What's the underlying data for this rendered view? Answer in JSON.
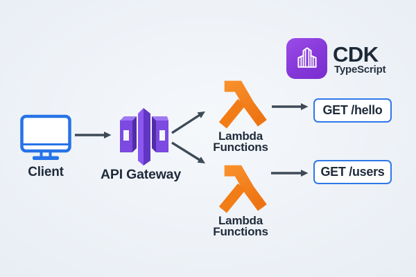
{
  "diagram": {
    "title_semantic": "AWS CDK API Gateway Lambda architecture diagram",
    "background": "#eef2f7",
    "nodes": {
      "client": {
        "label": "Client",
        "icon": "monitor-icon",
        "color": "#2673e8"
      },
      "api_gateway": {
        "label": "API Gateway",
        "icon": "api-gateway-icon",
        "color": "#7c49e1"
      },
      "lambda_top": {
        "label_lines": [
          "Lambda",
          "Functions"
        ],
        "icon": "lambda-icon",
        "color": "#f5821e"
      },
      "lambda_bottom": {
        "label_lines": [
          "Lambda",
          "Functions"
        ],
        "icon": "lambda-icon",
        "color": "#f5821e"
      }
    },
    "endpoints": {
      "hello": {
        "label": "GET /hello"
      },
      "users": {
        "label": "GET /users"
      }
    },
    "badge": {
      "title": "CDK",
      "subtitle": "TypeScript",
      "icon": "cdk-building-icon",
      "color": "#8a3fd9"
    },
    "connections": [
      {
        "from": "client",
        "to": "api_gateway"
      },
      {
        "from": "api_gateway",
        "to": "lambda_top"
      },
      {
        "from": "api_gateway",
        "to": "lambda_bottom"
      },
      {
        "from": "lambda_top",
        "to": "endpoint_hello"
      },
      {
        "from": "lambda_bottom",
        "to": "endpoint_users"
      }
    ],
    "colors": {
      "text": "#1f2b3a",
      "arrow": "#3e4a56",
      "endpoint_border": "#2e77e8",
      "endpoint_bg": "#ffffff",
      "gateway_purple_light": "#9e78f3",
      "gateway_purple_dark": "#5b2fb5"
    }
  }
}
